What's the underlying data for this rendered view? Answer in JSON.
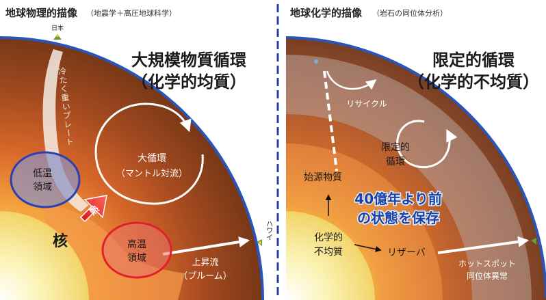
{
  "left_panel": {
    "heading": "地球物理的描像",
    "subheading": "（地震学＋高圧地球科学）",
    "title_line1": "大規模物質循環",
    "title_line2": "（化学的均質）",
    "label_japan": "日本",
    "label_plate": "冷たく重いプレート",
    "label_circulation_line1": "大循環",
    "label_circulation_line2": "（マントル対流）",
    "label_cold_line1": "低温",
    "label_cold_line2": "領域",
    "label_heat": "熱",
    "label_core": "核",
    "label_hot_line1": "高温",
    "label_hot_line2": "領域",
    "label_upflow_line1": "上昇流",
    "label_upflow_line2": "（プルーム）",
    "label_hawaii": "ハワイ"
  },
  "right_panel": {
    "heading": "地球化学的描像",
    "subheading": "（岩石の同位体分析）",
    "title_line1": "限定的循環",
    "title_line2": "（化学的不均質）",
    "label_recycle": "リサイクル",
    "label_limited_line1": "限定的",
    "label_limited_line2": "循環",
    "label_primordial": "始源物質",
    "label_billion_line1": "40億年より前",
    "label_billion_line2": "の状態を保存",
    "label_hetero_line1": "化学的",
    "label_hetero_line2": "不均質",
    "label_reservoir": "リザーバ",
    "label_hotspot_line1": "ホットスポット",
    "label_hotspot_line2": "同位体異常"
  }
}
